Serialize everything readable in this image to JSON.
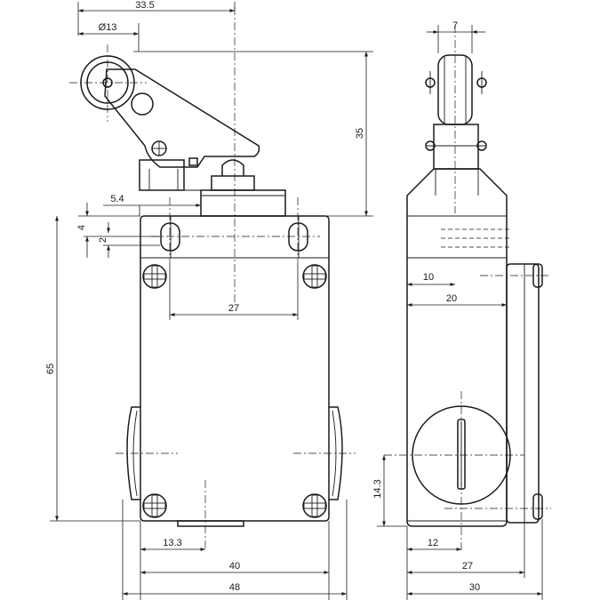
{
  "front_view": {
    "dims": {
      "overall_top": "33.5",
      "roller_dia": "Ø13",
      "height_35": "35",
      "offset_5_4": "5.4",
      "d4": "4",
      "d2": "2",
      "height_65": "65",
      "hole_spacing": "27",
      "offset_13_3": "13.3",
      "width_40": "40",
      "width_48": "48"
    }
  },
  "side_view": {
    "dims": {
      "roller_width": "7",
      "d10": "10",
      "d20": "20",
      "h14_3": "14.3",
      "d12": "12",
      "d27": "27",
      "d30": "30"
    }
  }
}
